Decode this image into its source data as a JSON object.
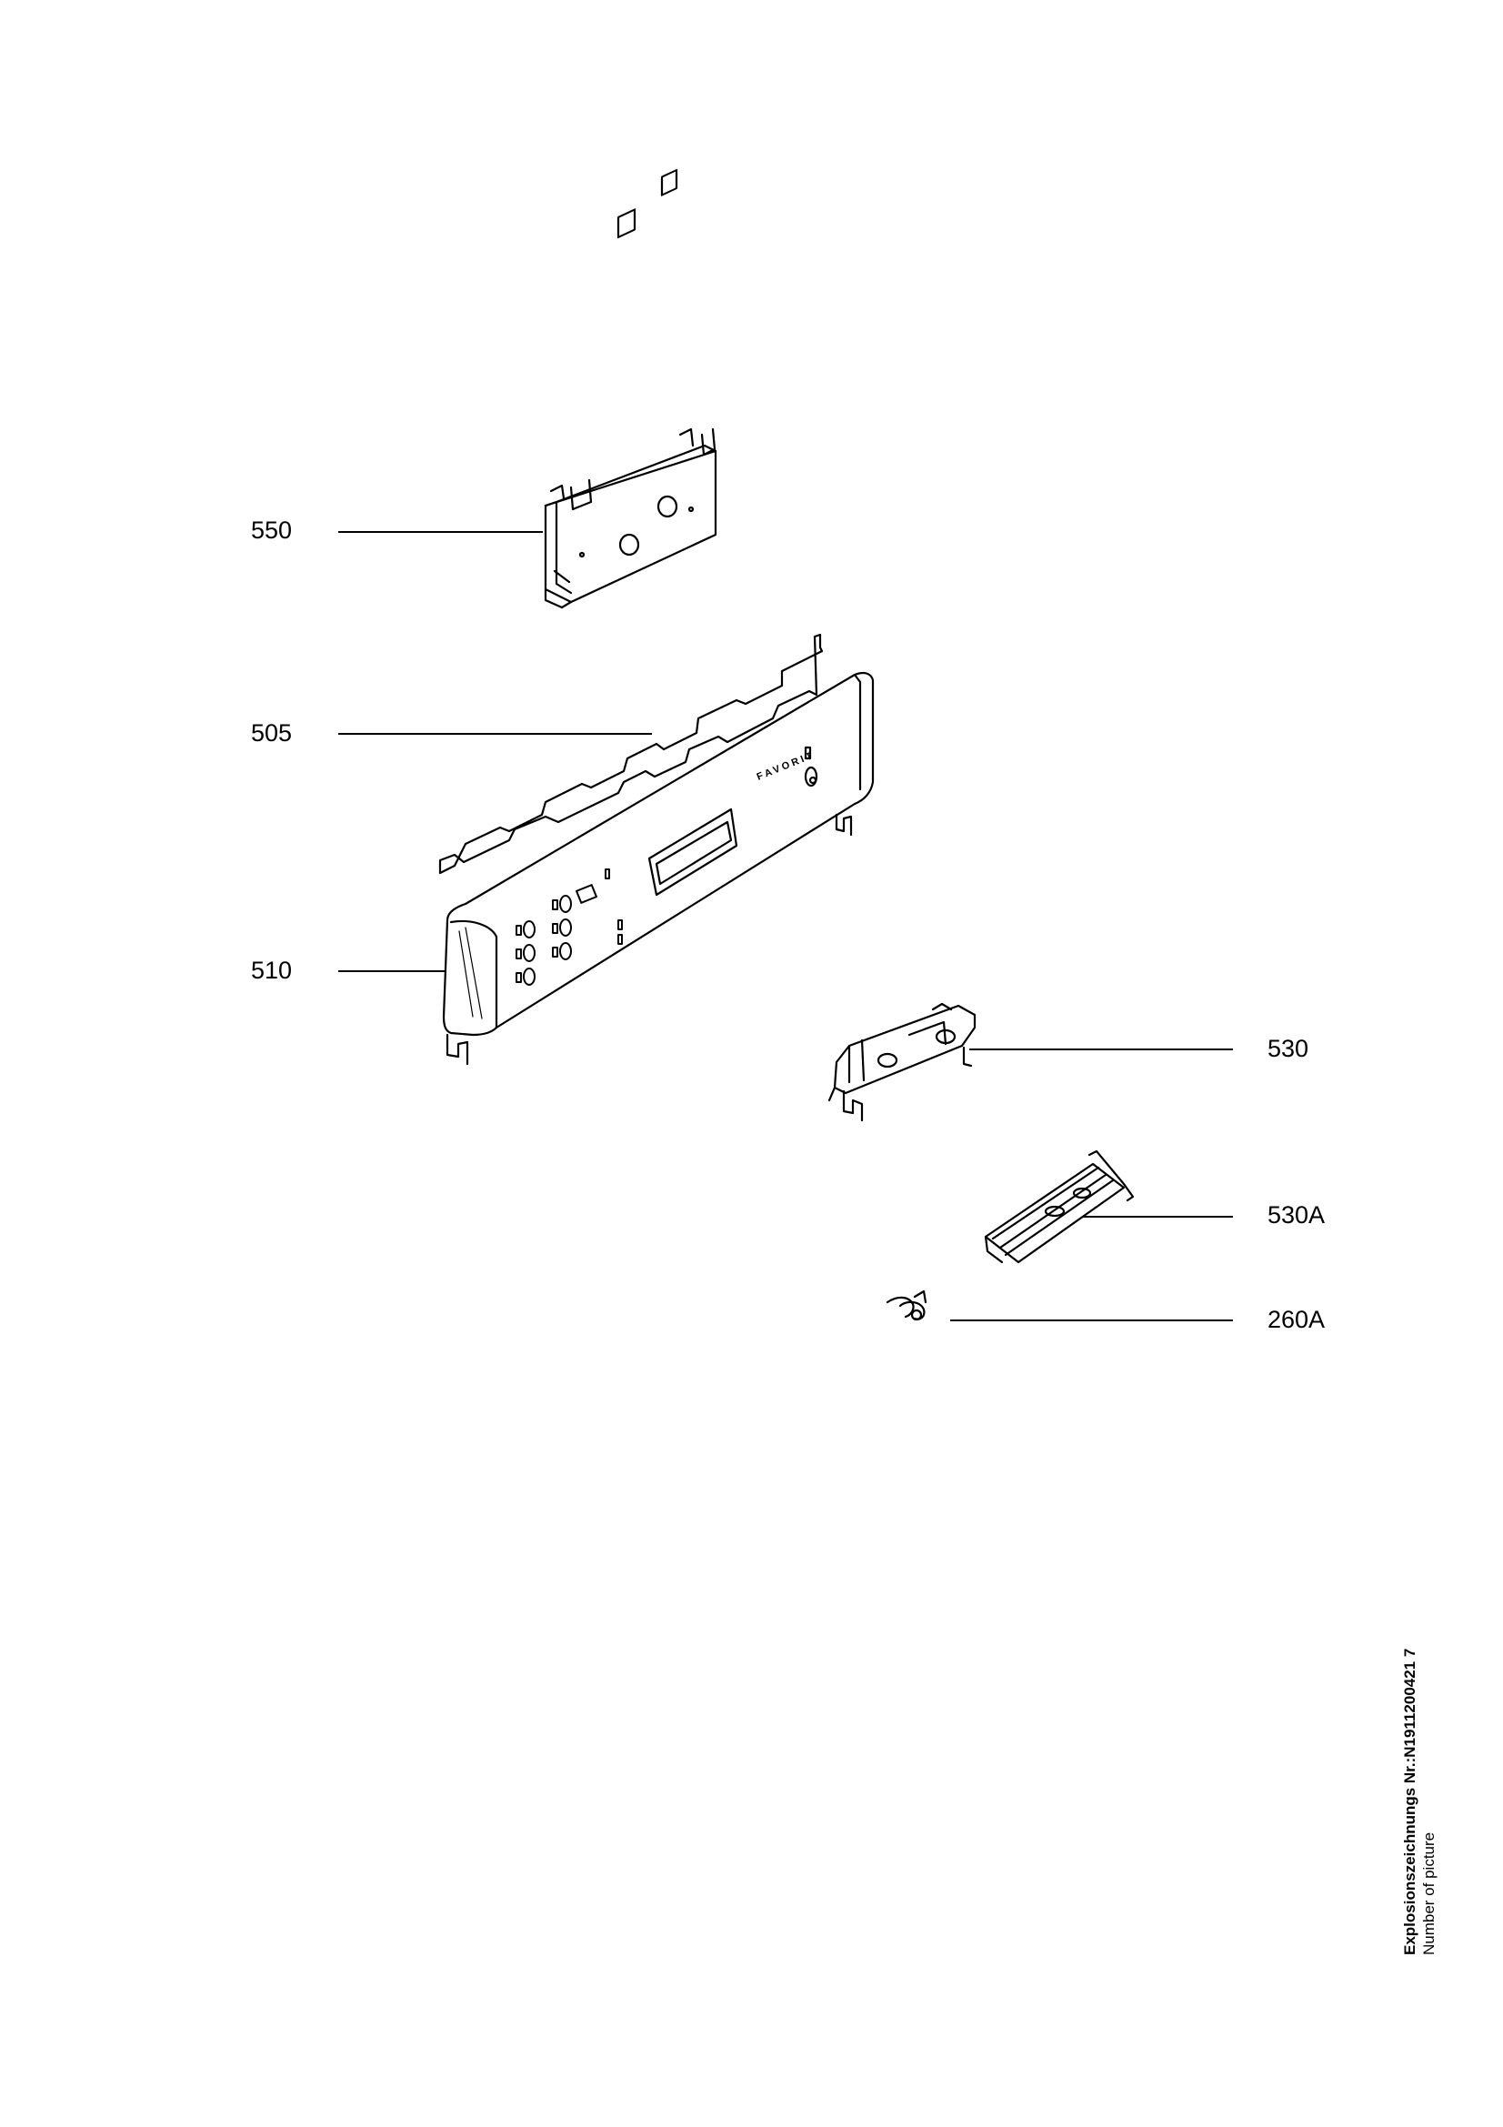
{
  "parts": [
    {
      "id": "550",
      "label": "550"
    },
    {
      "id": "505",
      "label": "505"
    },
    {
      "id": "510",
      "label": "510"
    },
    {
      "id": "530",
      "label": "530"
    },
    {
      "id": "530A",
      "label": "530A"
    },
    {
      "id": "260A",
      "label": "260A"
    }
  ],
  "panel_brand": "FAVORIT",
  "caption": {
    "title": "Explosionszeichnungs Nr.:N1911200421 7",
    "subtitle": "Number of picture"
  }
}
